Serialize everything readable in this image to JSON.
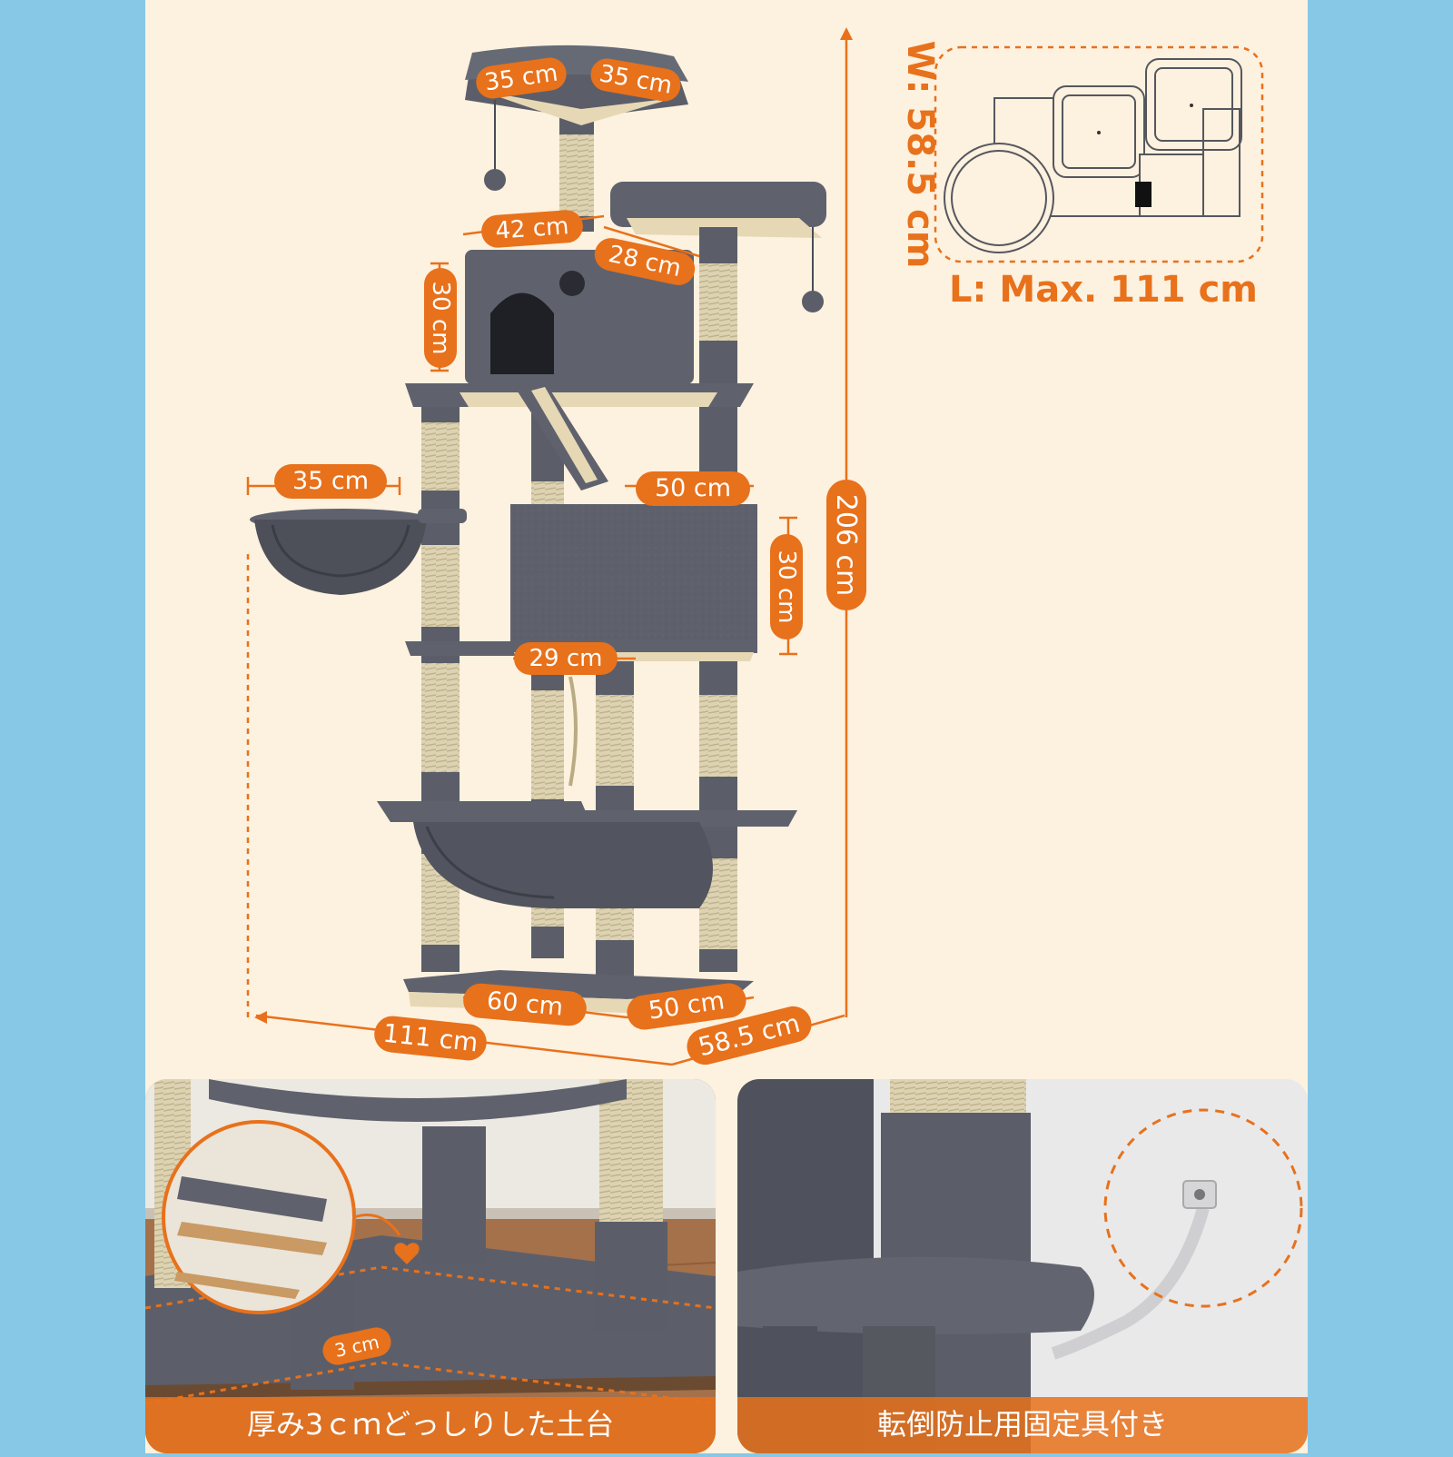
{
  "dimensions": {
    "top_left": "35 cm",
    "top_right": "35 cm",
    "house_width": "42 cm",
    "perch_depth": "28 cm",
    "house_height": "30 cm",
    "basket_width": "35 cm",
    "platform_width": "50 cm",
    "condo_height": "30 cm",
    "condo_depth": "29 cm",
    "base_width": "60 cm",
    "base_depth": "50 cm",
    "total_length": "111 cm",
    "total_width": "58.5 cm",
    "total_height": "206 cm"
  },
  "footprint": {
    "width_label": "W: 58.5 cm",
    "length_label": "L: Max. 111 cm"
  },
  "panels": {
    "left": {
      "thickness_label": "3 cm",
      "caption": "厚み3ｃｍどっしりした土台"
    },
    "right": {
      "caption": "転倒防止用固定具付き"
    }
  },
  "colors": {
    "accent": "#e8711b",
    "plush": "#585b66",
    "sisal": "#d9cfae",
    "background": "#fdf1df",
    "frame": "#86c8e6"
  }
}
